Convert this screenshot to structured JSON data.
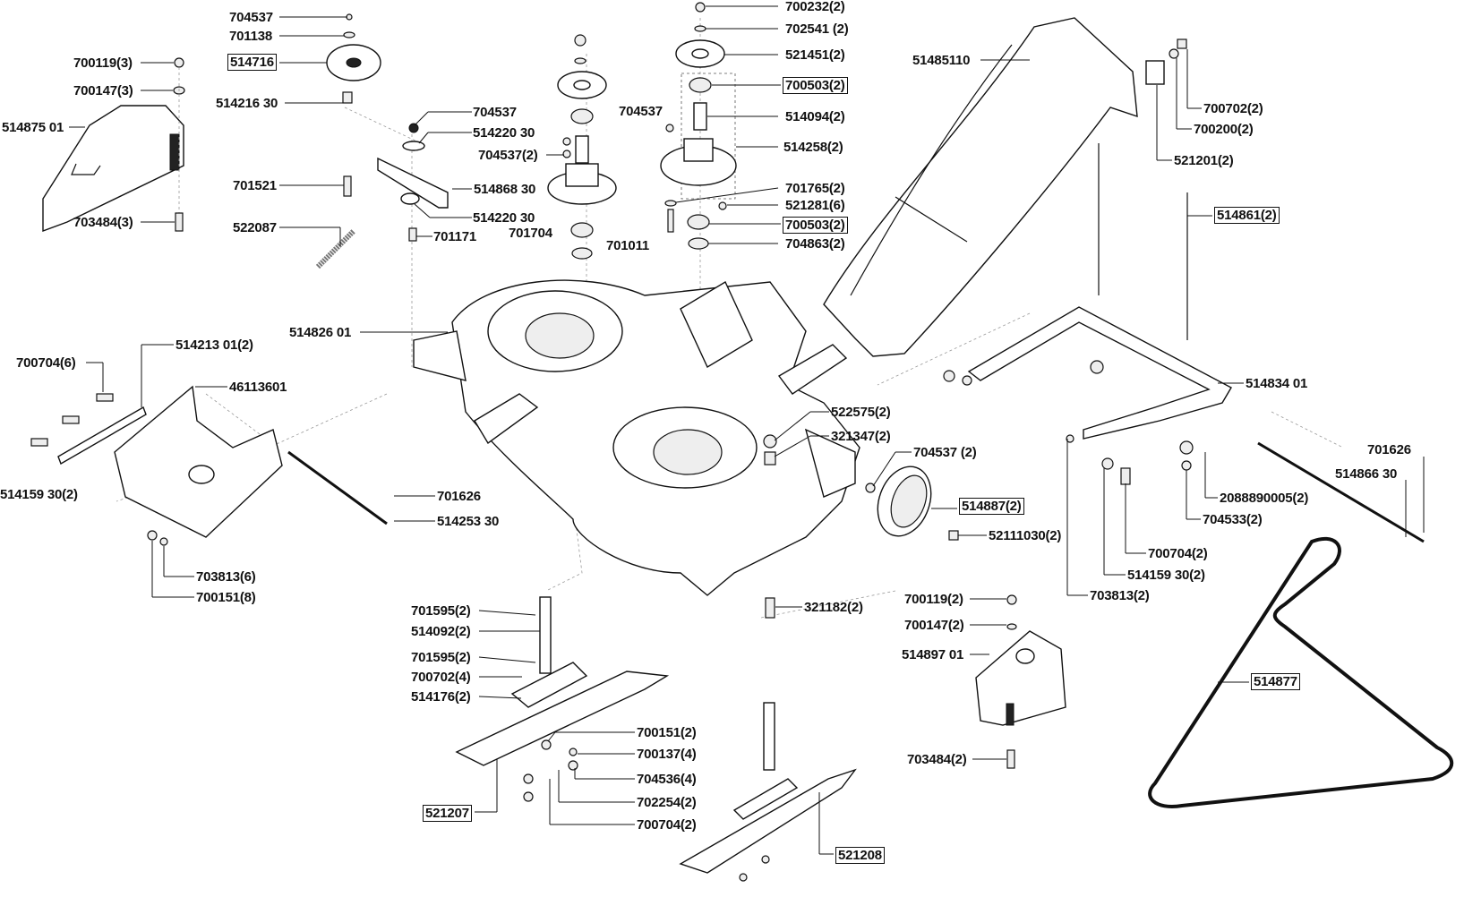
{
  "diagram": {
    "type": "exploded-parts-diagram",
    "subject": "lawn mower cutting deck assembly",
    "labels": [
      {
        "id": "704537-a",
        "text": "704537",
        "boxed": false
      },
      {
        "id": "701138",
        "text": "701138",
        "boxed": false
      },
      {
        "id": "700119-3",
        "text": "700119(3)",
        "boxed": false
      },
      {
        "id": "514716",
        "text": "514716",
        "boxed": true
      },
      {
        "id": "700147-3",
        "text": "700147(3)",
        "boxed": false
      },
      {
        "id": "514216-30",
        "text": "514216 30",
        "boxed": false
      },
      {
        "id": "514875-01",
        "text": "514875 01",
        "boxed": false
      },
      {
        "id": "701521",
        "text": "701521",
        "boxed": false
      },
      {
        "id": "703484-3",
        "text": "703484(3)",
        "boxed": false
      },
      {
        "id": "522087",
        "text": "522087",
        "boxed": false
      },
      {
        "id": "704537-b",
        "text": "704537",
        "boxed": false
      },
      {
        "id": "514220-30-a",
        "text": "514220 30",
        "boxed": false
      },
      {
        "id": "514868-30",
        "text": "514868 30",
        "boxed": false
      },
      {
        "id": "514220-30-b",
        "text": "514220 30",
        "boxed": false
      },
      {
        "id": "701171",
        "text": "701171",
        "boxed": false
      },
      {
        "id": "704537-c",
        "text": "704537",
        "boxed": false
      },
      {
        "id": "704537-2",
        "text": "704537(2)",
        "boxed": false
      },
      {
        "id": "701704",
        "text": "701704",
        "boxed": false
      },
      {
        "id": "701011",
        "text": "701011",
        "boxed": false
      },
      {
        "id": "700232-2",
        "text": "700232(2)",
        "boxed": false
      },
      {
        "id": "702541-2",
        "text": "702541 (2)",
        "boxed": false
      },
      {
        "id": "521451-2",
        "text": "521451(2)",
        "boxed": false
      },
      {
        "id": "700503-2-a",
        "text": "700503(2)",
        "boxed": true
      },
      {
        "id": "514094-2",
        "text": "514094(2)",
        "boxed": false
      },
      {
        "id": "514258-2",
        "text": "514258(2)",
        "boxed": false
      },
      {
        "id": "701765-2",
        "text": "701765(2)",
        "boxed": false
      },
      {
        "id": "521281-6",
        "text": "521281(6)",
        "boxed": false
      },
      {
        "id": "700503-2-b",
        "text": "700503(2)",
        "boxed": true
      },
      {
        "id": "704863-2",
        "text": "704863(2)",
        "boxed": false
      },
      {
        "id": "51485110",
        "text": "51485110",
        "boxed": false
      },
      {
        "id": "700702-2",
        "text": "700702(2)",
        "boxed": false
      },
      {
        "id": "700200-2",
        "text": "700200(2)",
        "boxed": false
      },
      {
        "id": "521201-2",
        "text": "521201(2)",
        "boxed": false
      },
      {
        "id": "514861-2",
        "text": "514861(2)",
        "boxed": true
      },
      {
        "id": "514826-01",
        "text": "514826 01",
        "boxed": false
      },
      {
        "id": "514213-01-2",
        "text": "514213 01(2)",
        "boxed": false
      },
      {
        "id": "700704-6",
        "text": "700704(6)",
        "boxed": false
      },
      {
        "id": "46113601",
        "text": "46113601",
        "boxed": false
      },
      {
        "id": "514159-30-2-a",
        "text": "514159 30(2)",
        "boxed": false
      },
      {
        "id": "701626-a",
        "text": "701626",
        "boxed": false
      },
      {
        "id": "514253-30",
        "text": "514253 30",
        "boxed": false
      },
      {
        "id": "703813-6",
        "text": "703813(6)",
        "boxed": false
      },
      {
        "id": "700151-8",
        "text": "700151(8)",
        "boxed": false
      },
      {
        "id": "522575-2",
        "text": "522575(2)",
        "boxed": false
      },
      {
        "id": "321347-2",
        "text": "321347(2)",
        "boxed": false
      },
      {
        "id": "704537-2b",
        "text": "704537 (2)",
        "boxed": false
      },
      {
        "id": "514887-2",
        "text": "514887(2)",
        "boxed": true
      },
      {
        "id": "52111030-2",
        "text": "52111030(2)",
        "boxed": false
      },
      {
        "id": "514834-01",
        "text": "514834 01",
        "boxed": false
      },
      {
        "id": "701626-b",
        "text": "701626",
        "boxed": false
      },
      {
        "id": "514866-30",
        "text": "514866 30",
        "boxed": false
      },
      {
        "id": "2088890005-2",
        "text": "2088890005(2)",
        "boxed": false
      },
      {
        "id": "704533-2",
        "text": "704533(2)",
        "boxed": false
      },
      {
        "id": "700704-2-a",
        "text": "700704(2)",
        "boxed": false
      },
      {
        "id": "514159-30-2-b",
        "text": "514159 30(2)",
        "boxed": false
      },
      {
        "id": "703813-2",
        "text": "703813(2)",
        "boxed": false
      },
      {
        "id": "321182-2",
        "text": "321182(2)",
        "boxed": false
      },
      {
        "id": "700119-2",
        "text": "700119(2)",
        "boxed": false
      },
      {
        "id": "700147-2",
        "text": "700147(2)",
        "boxed": false
      },
      {
        "id": "514897-01",
        "text": "514897 01",
        "boxed": false
      },
      {
        "id": "703484-2",
        "text": "703484(2)",
        "boxed": false
      },
      {
        "id": "514877",
        "text": "514877",
        "boxed": true
      },
      {
        "id": "701595-2-a",
        "text": "701595(2)",
        "boxed": false
      },
      {
        "id": "514092-2",
        "text": "514092(2)",
        "boxed": false
      },
      {
        "id": "701595-2-b",
        "text": "701595(2)",
        "boxed": false
      },
      {
        "id": "700702-4",
        "text": "700702(4)",
        "boxed": false
      },
      {
        "id": "514176-2",
        "text": "514176(2)",
        "boxed": false
      },
      {
        "id": "700151-2",
        "text": "700151(2)",
        "boxed": false
      },
      {
        "id": "700137-4",
        "text": "700137(4)",
        "boxed": false
      },
      {
        "id": "704536-4",
        "text": "704536(4)",
        "boxed": false
      },
      {
        "id": "702254-2",
        "text": "702254(2)",
        "boxed": false
      },
      {
        "id": "700704-2-b",
        "text": "700704(2)",
        "boxed": false
      },
      {
        "id": "521207",
        "text": "521207",
        "boxed": true
      },
      {
        "id": "521208",
        "text": "521208",
        "boxed": true
      }
    ]
  }
}
